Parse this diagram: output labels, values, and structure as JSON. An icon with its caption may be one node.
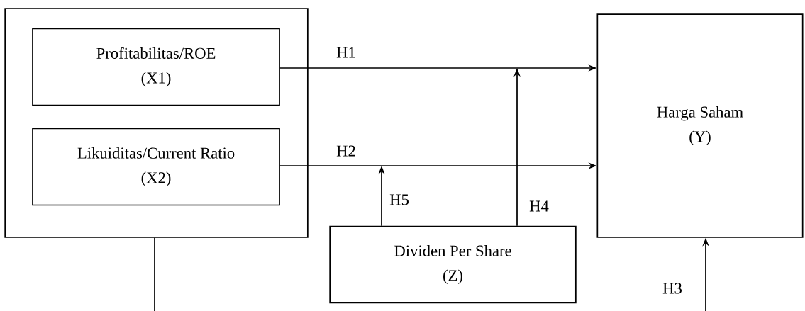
{
  "diagram": {
    "nodes": [
      {
        "text": [],
        "shape": "box"
      },
      {
        "text": [
          "Profitabilitas/ROE",
          "(X1)"
        ],
        "in": 0
      },
      {
        "text": [
          "Likuiditas/Current Ratio",
          "(X2)"
        ],
        "in": 0
      },
      {
        "text": [
          "Harga Saham",
          "(Y)"
        ]
      },
      {
        "text": [
          "Dividen Per Share",
          "(Z)"
        ]
      }
    ],
    "edges": [
      {
        "from": 1,
        "to": 3,
        "arrow": "to",
        "label": "H1"
      },
      {
        "from": 2,
        "to": 3,
        "arrow": "to",
        "label": "H2"
      },
      {
        "from": 0,
        "to": null,
        "arrow": "none"
      },
      {
        "from": null,
        "to": 3,
        "arrow": "to",
        "label": "H3"
      },
      {
        "from": 4,
        "to": null,
        "arrow": "to",
        "label": "H4"
      },
      {
        "from": 4,
        "to": null,
        "arrow": "to",
        "label": "H5"
      }
    ]
  }
}
